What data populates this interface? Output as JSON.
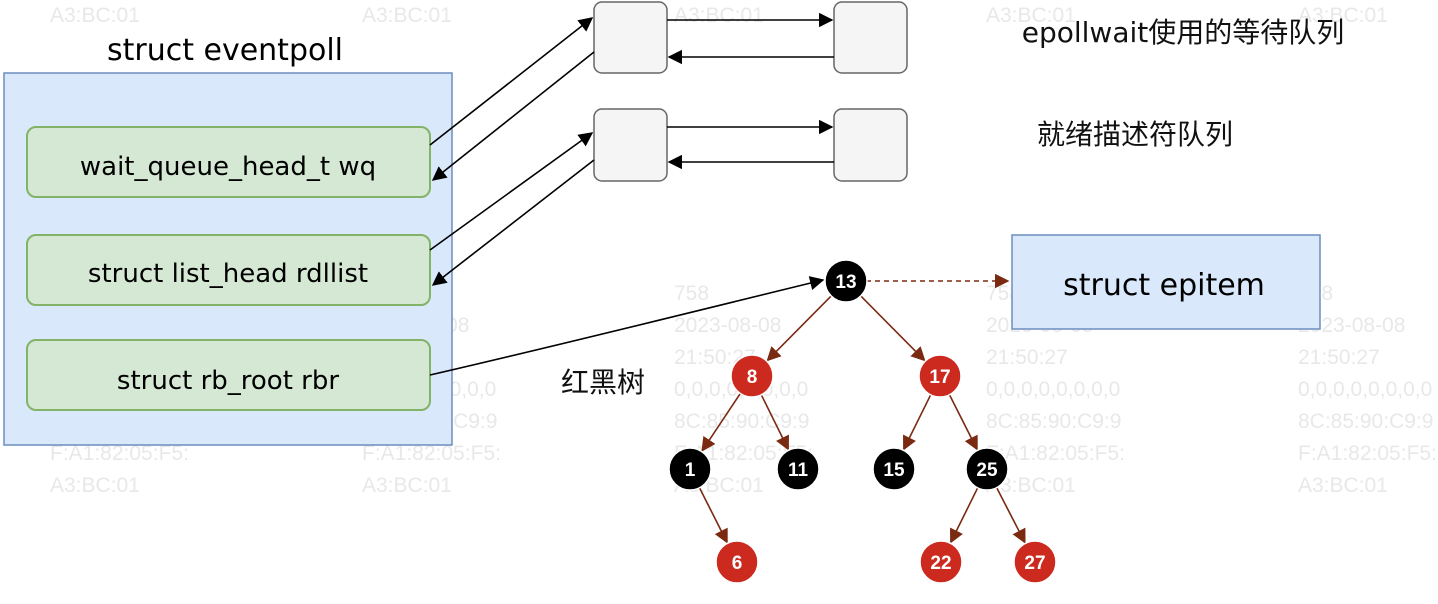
{
  "watermark": {
    "lines": [
      "A3:BC:01",
      "758",
      "2023-08-08",
      "21:50:27",
      "0,0,0,0,0,0,0,0",
      "8C:85:90:C9:9",
      "F:A1:82:05:F5:",
      "A3:BC:01"
    ]
  },
  "eventpoll": {
    "title": "struct eventpoll",
    "fields": [
      {
        "label": "wait_queue_head_t wq"
      },
      {
        "label": "struct list_head rdllist"
      },
      {
        "label": "struct rb_root rbr"
      }
    ]
  },
  "queues": [
    {
      "label": "epollwait使用的等待队列"
    },
    {
      "label": "就绪描述符队列"
    }
  ],
  "epitem": {
    "label": "struct epitem"
  },
  "rbtree": {
    "label": "红黑树",
    "nodes": [
      {
        "id": "13",
        "value": "13",
        "color": "black"
      },
      {
        "id": "8",
        "value": "8",
        "color": "red"
      },
      {
        "id": "17",
        "value": "17",
        "color": "red"
      },
      {
        "id": "1",
        "value": "1",
        "color": "black"
      },
      {
        "id": "11",
        "value": "11",
        "color": "black"
      },
      {
        "id": "15",
        "value": "15",
        "color": "black"
      },
      {
        "id": "25",
        "value": "25",
        "color": "black"
      },
      {
        "id": "6",
        "value": "6",
        "color": "red"
      },
      {
        "id": "22",
        "value": "22",
        "color": "red"
      },
      {
        "id": "27",
        "value": "27",
        "color": "red"
      }
    ],
    "edges": [
      [
        "13",
        "8"
      ],
      [
        "13",
        "17"
      ],
      [
        "8",
        "1"
      ],
      [
        "8",
        "11"
      ],
      [
        "17",
        "15"
      ],
      [
        "17",
        "25"
      ],
      [
        "1",
        "6"
      ],
      [
        "25",
        "22"
      ],
      [
        "25",
        "27"
      ]
    ]
  },
  "colors": {
    "panel_fill": "#dae8fc",
    "panel_stroke": "#6c8ebf",
    "field_fill": "#d5e8d4",
    "field_stroke": "#82b366",
    "queue_box_fill": "#f5f5f5",
    "queue_box_stroke": "#666666",
    "node_black": "#000000",
    "node_red": "#cc2a1f",
    "tree_edge": "#7a2a10"
  }
}
